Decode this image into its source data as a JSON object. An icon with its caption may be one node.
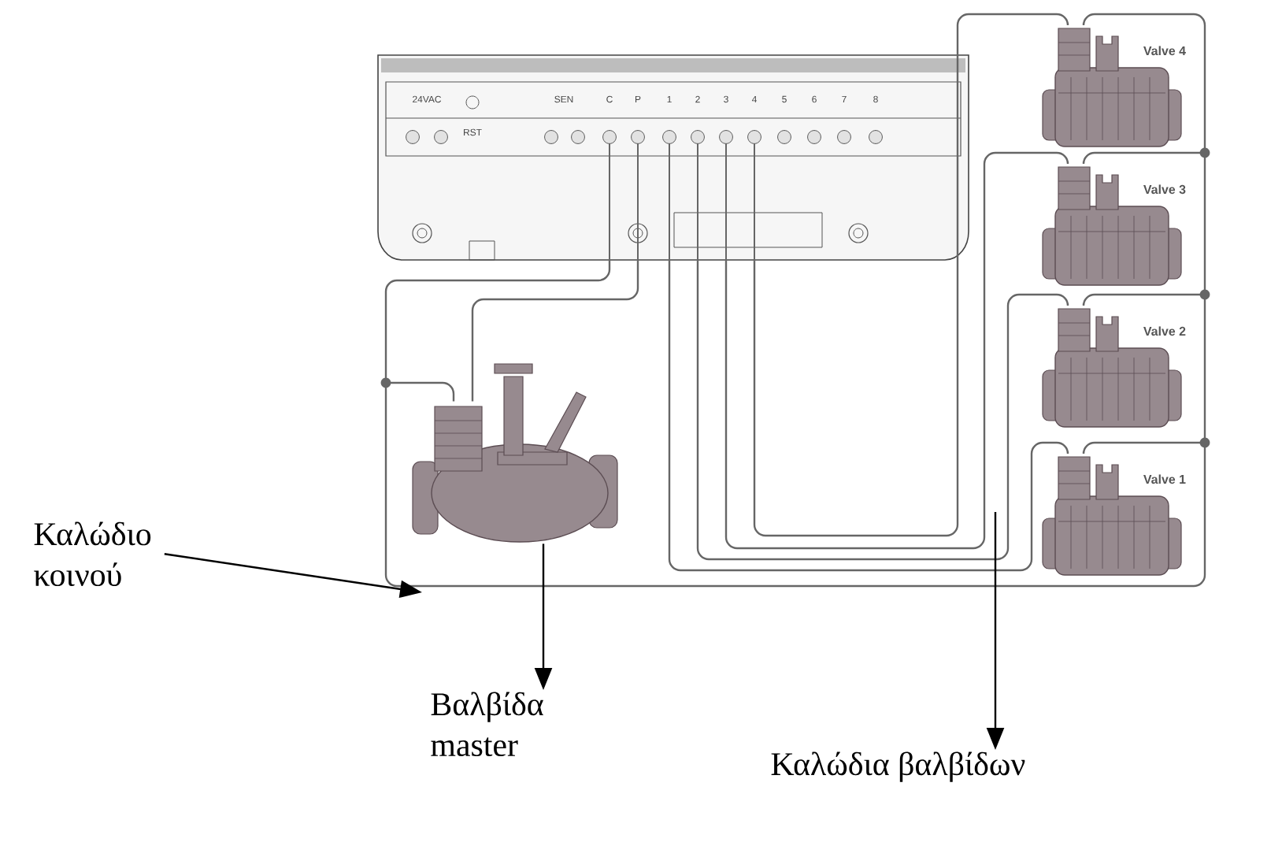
{
  "diagram": {
    "nodes": [
      {
        "text": [],
        "shape": "picture"
      },
      {
        "text": [
          "Valve 4"
        ]
      },
      {
        "text": [
          "Valve 3"
        ]
      },
      {
        "text": [
          "Valve 2"
        ]
      },
      {
        "text": [
          "Valve 1"
        ]
      },
      {
        "text": [],
        "shape": "picture"
      },
      {
        "text": [
          "Καλώδιο κοινού"
        ]
      },
      {
        "text": [
          "Βαλβίδα master"
        ]
      },
      {
        "text": [
          "Καλώδια βαλβίδων"
        ]
      }
    ],
    "edges": [
      {
        "from": 0,
        "to": 5,
        "arrow": "none"
      },
      {
        "from": 0,
        "to": 4,
        "arrow": "none"
      },
      {
        "from": 0,
        "to": 3,
        "arrow": "none"
      },
      {
        "from": 0,
        "to": 2,
        "arrow": "none"
      },
      {
        "from": 0,
        "to": 1,
        "arrow": "none"
      },
      {
        "from": 0,
        "to": 5,
        "arrow": "none"
      },
      {
        "from": 0,
        "to": 4,
        "arrow": "none"
      },
      {
        "from": 0,
        "to": 3,
        "arrow": "none"
      },
      {
        "from": 0,
        "to": 2,
        "arrow": "none"
      },
      {
        "from": 0,
        "to": 1,
        "arrow": "none"
      },
      {
        "from": 6,
        "to": null,
        "arrow": "to",
        "color": "#000000"
      },
      {
        "from": 5,
        "to": 7,
        "arrow": "to",
        "color": "#000000"
      },
      {
        "from": null,
        "to": 8,
        "arrow": "to",
        "color": "#000000"
      }
    ],
    "labels": [
      "24VAC",
      "RST",
      "SEN",
      "C",
      "P",
      "1",
      "2",
      "3",
      "4",
      "5",
      "6",
      "7",
      "8"
    ]
  }
}
